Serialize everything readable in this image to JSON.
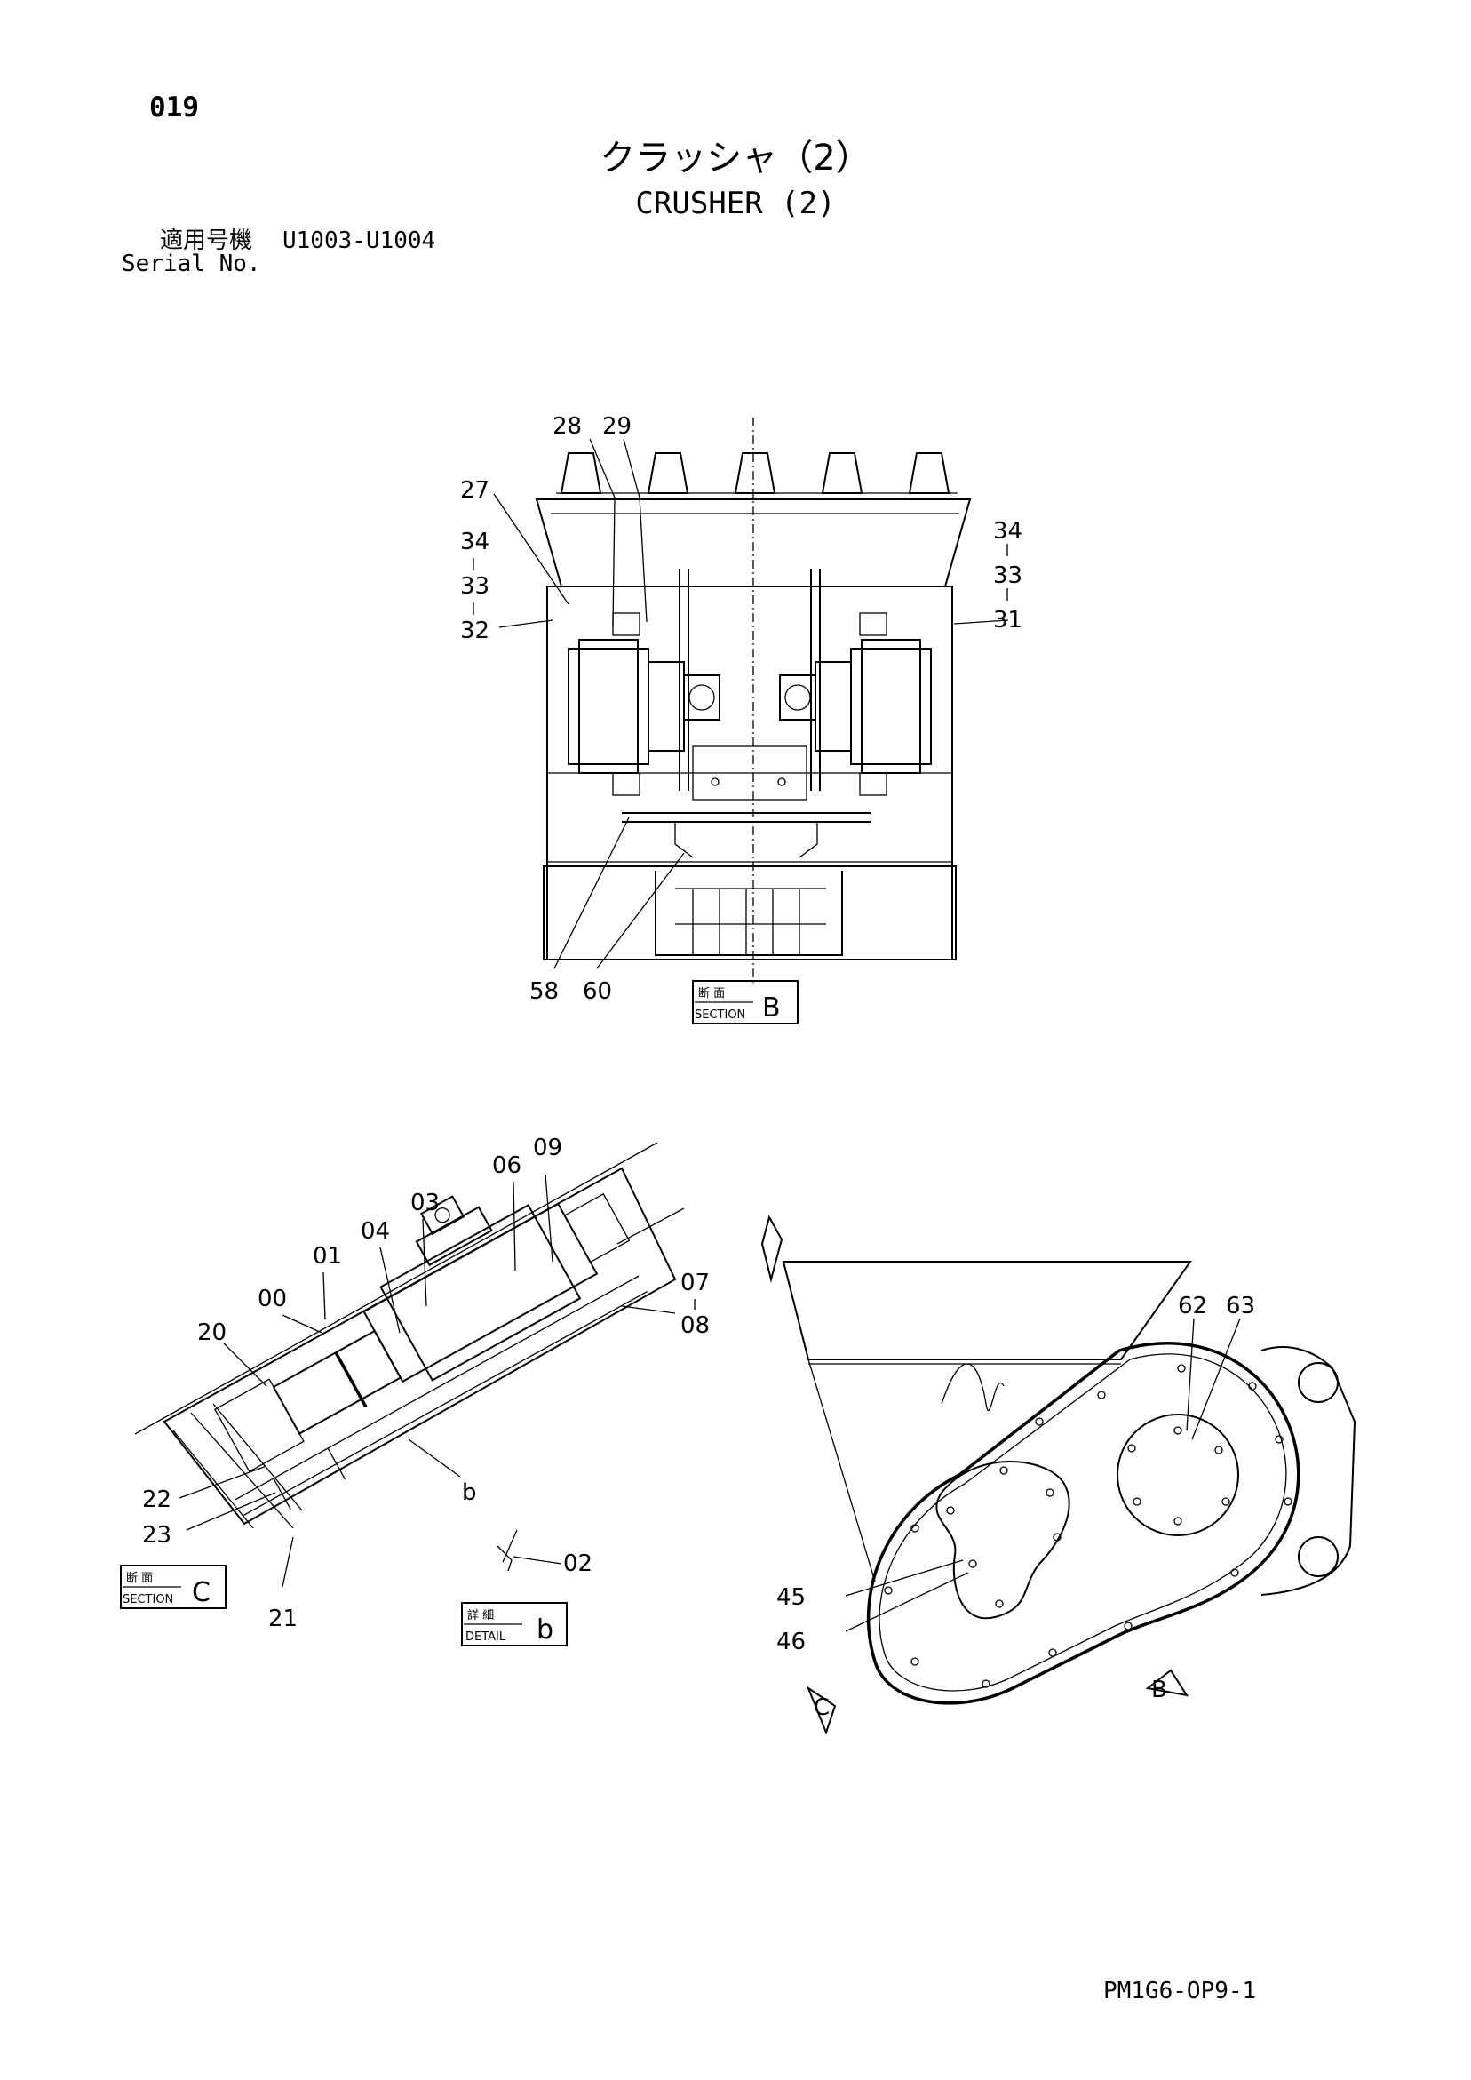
{
  "header": {
    "page_number": "019",
    "title_jp": "クラッシャ（2）",
    "title_en": "CRUSHER (2)",
    "serial_label_jp": "適用号機",
    "serial_range": "U1003-U1004",
    "serial_label_en": "Serial No."
  },
  "views": {
    "section_b": {
      "tag_small": "断 面",
      "tag_sub": "SECTION",
      "tag_letter": "B",
      "callouts": [
        "28",
        "29",
        "27",
        "34",
        "33",
        "32",
        "34",
        "33",
        "31",
        "58",
        "60"
      ]
    },
    "section_c": {
      "tag_small": "断 面",
      "tag_sub": "SECTION",
      "tag_letter": "C",
      "callouts": [
        "06",
        "09",
        "03",
        "04",
        "01",
        "00",
        "07",
        "08",
        "20",
        "22",
        "23",
        "21",
        "b"
      ]
    },
    "detail_b": {
      "tag_small": "詳 細",
      "tag_sub": "DETAIL",
      "tag_letter": "b",
      "callouts": [
        "02"
      ]
    },
    "side_view": {
      "callouts": [
        "62",
        "63",
        "45",
        "46"
      ],
      "arrow_c": "C",
      "arrow_b": "B"
    }
  },
  "footer": {
    "doc_id": "PM1G6-OP9-1"
  }
}
